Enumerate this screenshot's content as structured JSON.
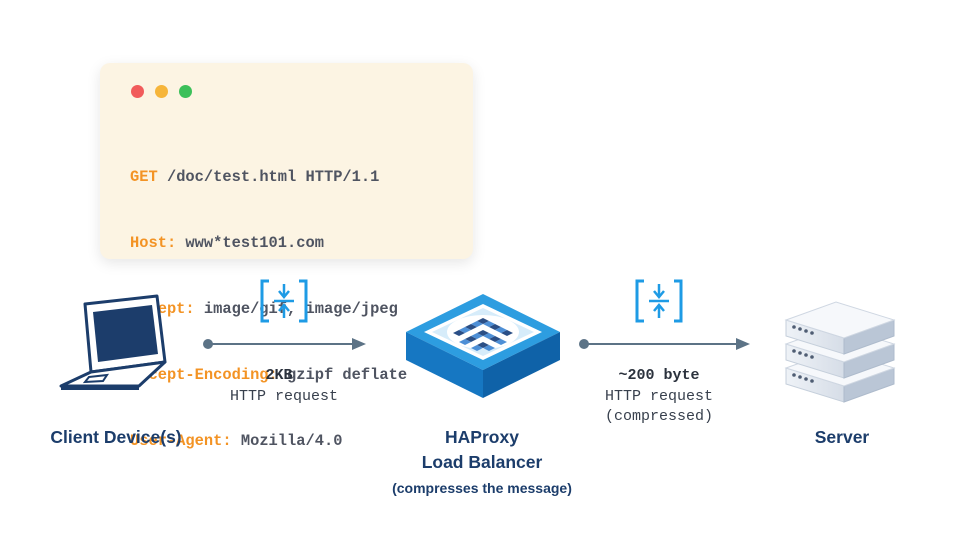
{
  "window_dots": [
    {
      "color": "#f15b5b"
    },
    {
      "color": "#f6b53a"
    },
    {
      "color": "#3cc05a"
    }
  ],
  "request_lines": [
    {
      "key": "GET",
      "value": " /doc/test.html HTTP/1.1"
    },
    {
      "key": "Host:",
      "value": " www*test101.com"
    },
    {
      "key": "Accept:",
      "value": " image/gif, image/jpeg"
    },
    {
      "key": "Accept-Encoding:",
      "value": " gzipf deflate"
    },
    {
      "key": "User-Agent:",
      "value": " Mozilla/4.0"
    }
  ],
  "nodes": {
    "client": {
      "label": "Client Device(s)"
    },
    "load_balancer": {
      "label_line1": "HAProxy",
      "label_line2": "Load Balancer",
      "note": "(compresses the message)"
    },
    "server": {
      "label": "Server"
    }
  },
  "links": {
    "client_to_lb": {
      "size": "2KB",
      "desc": "HTTP request"
    },
    "lb_to_server": {
      "size": "~200 byte",
      "desc": "HTTP request",
      "note": "(compressed)"
    }
  },
  "colors": {
    "key_orange": "#f39324",
    "navy": "#1c3d6b",
    "accent_blue": "#1e9be5",
    "arrow_gray": "#5c7386"
  },
  "icons": [
    "laptop-icon",
    "compress-icon",
    "haproxy-box-icon",
    "server-stack-icon"
  ]
}
